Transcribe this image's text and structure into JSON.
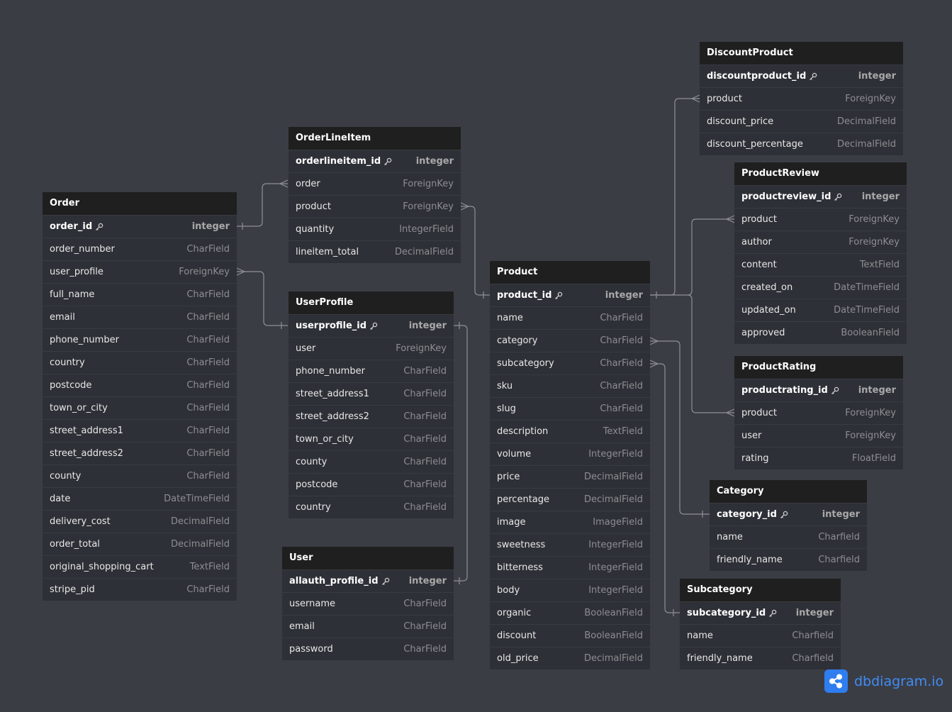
{
  "tables": [
    {
      "id": "order",
      "name": "Order",
      "fields": [
        {
          "name": "order_id",
          "type": "integer",
          "pk": true
        },
        {
          "name": "order_number",
          "type": "CharField"
        },
        {
          "name": "user_profile",
          "type": "ForeignKey"
        },
        {
          "name": "full_name",
          "type": "CharField"
        },
        {
          "name": "email",
          "type": "CharField"
        },
        {
          "name": "phone_number",
          "type": "CharField"
        },
        {
          "name": "country",
          "type": "CharField"
        },
        {
          "name": "postcode",
          "type": "CharField"
        },
        {
          "name": "town_or_city",
          "type": "CharField"
        },
        {
          "name": "street_address1",
          "type": "CharField"
        },
        {
          "name": "street_address2",
          "type": "CharField"
        },
        {
          "name": "county",
          "type": "CharField"
        },
        {
          "name": "date",
          "type": "DateTimeField"
        },
        {
          "name": "delivery_cost",
          "type": "DecimalField"
        },
        {
          "name": "order_total",
          "type": "DecimalField"
        },
        {
          "name": "original_shopping_cart",
          "type": "TextField"
        },
        {
          "name": "stripe_pid",
          "type": "CharField"
        }
      ]
    },
    {
      "id": "orderlineitem",
      "name": "OrderLineItem",
      "fields": [
        {
          "name": "orderlineitem_id",
          "type": "integer",
          "pk": true
        },
        {
          "name": "order",
          "type": "ForeignKey"
        },
        {
          "name": "product",
          "type": "ForeignKey"
        },
        {
          "name": "quantity",
          "type": "IntegerField"
        },
        {
          "name": "lineitem_total",
          "type": "DecimalField"
        }
      ]
    },
    {
      "id": "userprofile",
      "name": "UserProfile",
      "fields": [
        {
          "name": "userprofile_id",
          "type": "integer",
          "pk": true
        },
        {
          "name": "user",
          "type": "ForeignKey"
        },
        {
          "name": "phone_number",
          "type": "CharField"
        },
        {
          "name": "street_address1",
          "type": "CharField"
        },
        {
          "name": "street_address2",
          "type": "CharField"
        },
        {
          "name": "town_or_city",
          "type": "CharField"
        },
        {
          "name": "county",
          "type": "CharField"
        },
        {
          "name": "postcode",
          "type": "CharField"
        },
        {
          "name": "country",
          "type": "CharField"
        }
      ]
    },
    {
      "id": "user",
      "name": "User",
      "fields": [
        {
          "name": "allauth_profile_id",
          "type": "integer",
          "pk": true
        },
        {
          "name": "username",
          "type": "CharField"
        },
        {
          "name": "email",
          "type": "CharField"
        },
        {
          "name": "password",
          "type": "CharField"
        }
      ]
    },
    {
      "id": "product",
      "name": "Product",
      "fields": [
        {
          "name": "product_id",
          "type": "integer",
          "pk": true
        },
        {
          "name": "name",
          "type": "CharField"
        },
        {
          "name": "category",
          "type": "CharField"
        },
        {
          "name": "subcategory",
          "type": "CharField"
        },
        {
          "name": "sku",
          "type": "CharField"
        },
        {
          "name": "slug",
          "type": "CharField"
        },
        {
          "name": "description",
          "type": "TextField"
        },
        {
          "name": "volume",
          "type": "IntegerField"
        },
        {
          "name": "price",
          "type": "DecimalField"
        },
        {
          "name": "percentage",
          "type": "DecimalField"
        },
        {
          "name": "image",
          "type": "ImageField"
        },
        {
          "name": "sweetness",
          "type": "IntegerField"
        },
        {
          "name": "bitterness",
          "type": "IntegerField"
        },
        {
          "name": "body",
          "type": "IntegerField"
        },
        {
          "name": "organic",
          "type": "BooleanField"
        },
        {
          "name": "discount",
          "type": "BooleanField"
        },
        {
          "name": "old_price",
          "type": "DecimalField"
        }
      ]
    },
    {
      "id": "discountproduct",
      "name": "DiscountProduct",
      "fields": [
        {
          "name": "discountproduct_id",
          "type": "integer",
          "pk": true
        },
        {
          "name": "product",
          "type": "ForeignKey"
        },
        {
          "name": "discount_price",
          "type": "DecimalField"
        },
        {
          "name": "discount_percentage",
          "type": "DecimalField"
        }
      ]
    },
    {
      "id": "productreview",
      "name": "ProductReview",
      "fields": [
        {
          "name": "productreview_id",
          "type": "integer",
          "pk": true
        },
        {
          "name": "product",
          "type": "ForeignKey"
        },
        {
          "name": "author",
          "type": "ForeignKey"
        },
        {
          "name": "content",
          "type": "TextField"
        },
        {
          "name": "created_on",
          "type": "DateTimeField"
        },
        {
          "name": "updated_on",
          "type": "DateTimeField"
        },
        {
          "name": "approved",
          "type": "BooleanField"
        }
      ]
    },
    {
      "id": "productrating",
      "name": "ProductRating",
      "fields": [
        {
          "name": "productrating_id",
          "type": "integer",
          "pk": true
        },
        {
          "name": "product",
          "type": "ForeignKey"
        },
        {
          "name": "user",
          "type": "ForeignKey"
        },
        {
          "name": "rating",
          "type": "FloatField"
        }
      ]
    },
    {
      "id": "category",
      "name": "Category",
      "fields": [
        {
          "name": "category_id",
          "type": "integer",
          "pk": true
        },
        {
          "name": "name",
          "type": "Charfield"
        },
        {
          "name": "friendly_name",
          "type": "Charfield"
        }
      ]
    },
    {
      "id": "subcategory",
      "name": "Subcategory",
      "fields": [
        {
          "name": "subcategory_id",
          "type": "integer",
          "pk": true
        },
        {
          "name": "name",
          "type": "Charfield"
        },
        {
          "name": "friendly_name",
          "type": "Charfield"
        }
      ]
    }
  ],
  "relationships": [
    {
      "from": "order.order_id",
      "to": "orderlineitem.order",
      "kind": "one-to-many"
    },
    {
      "from": "userprofile.userprofile_id",
      "to": "order.user_profile",
      "kind": "one-to-many"
    },
    {
      "from": "user.allauth_profile_id",
      "to": "userprofile.userprofile_id",
      "kind": "one-to-one"
    },
    {
      "from": "product.product_id",
      "to": "orderlineitem.product",
      "kind": "one-to-many"
    },
    {
      "from": "product.product_id",
      "to": "discountproduct.product",
      "kind": "one-to-many"
    },
    {
      "from": "product.product_id",
      "to": "productreview.product",
      "kind": "one-to-many"
    },
    {
      "from": "product.product_id",
      "to": "productrating.product",
      "kind": "one-to-many"
    },
    {
      "from": "category.category_id",
      "to": "product.category",
      "kind": "one-to-many"
    },
    {
      "from": "subcategory.subcategory_id",
      "to": "product.subcategory",
      "kind": "one-to-many"
    }
  ],
  "colors": {
    "background": "#3b3d45",
    "table_header": "#1f1f1f",
    "table_body": "#2e3037",
    "connector": "#8e9096",
    "brand": "#3f8df5"
  },
  "brand": {
    "label": "dbdiagram.io",
    "icon": "share-nodes-icon"
  }
}
